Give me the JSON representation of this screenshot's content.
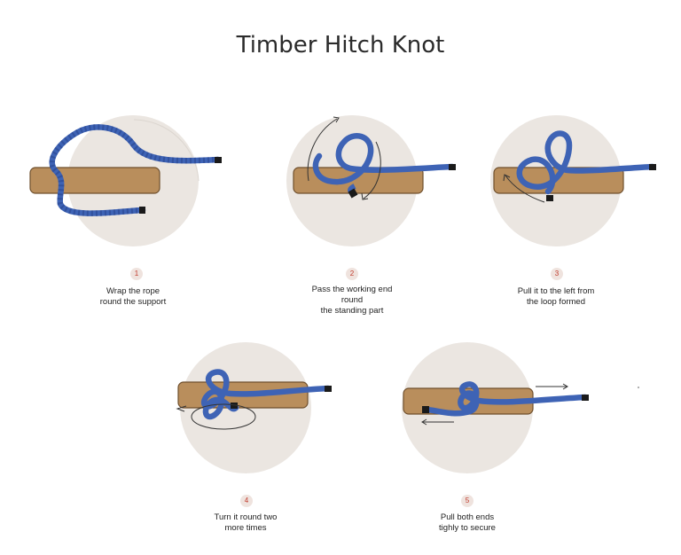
{
  "title": "Timber Hitch Knot",
  "colors": {
    "rope": "#3e63b5",
    "rope_stripe": "#2a4690",
    "rope_end": "#1a1a1a",
    "wood": "#b98e5c",
    "wood_edge": "#6f4f2c",
    "disc": "#ebe6e1",
    "badge_bg": "#efe3de",
    "badge_text": "#c0392b"
  },
  "steps": [
    {
      "number": "1",
      "lines": [
        "Wrap the rope",
        "round the support"
      ]
    },
    {
      "number": "2",
      "lines": [
        "Pass the working end",
        "round",
        "the standing part"
      ]
    },
    {
      "number": "3",
      "lines": [
        "Pull it to the left from",
        "the loop formed"
      ]
    },
    {
      "number": "4",
      "lines": [
        "Turn it round two",
        "more times"
      ]
    },
    {
      "number": "5",
      "lines": [
        "Pull both ends",
        "tighly to secure"
      ]
    }
  ]
}
